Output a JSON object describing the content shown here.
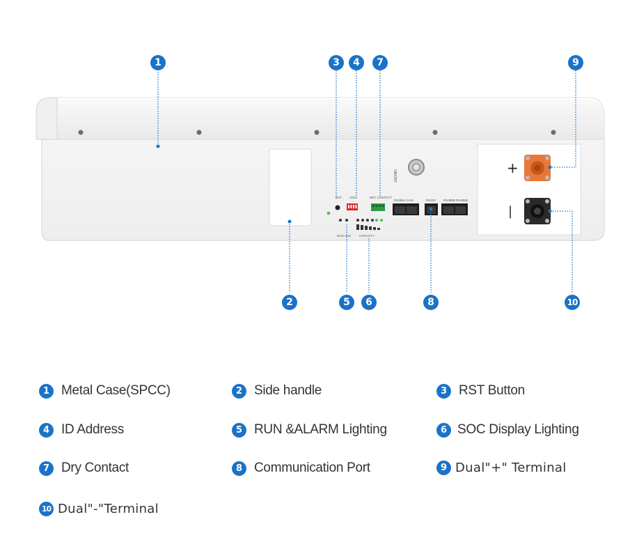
{
  "panel": {
    "on_off_label": "ON/OFF",
    "rst_label": "RST",
    "ads_label": "ADS",
    "dry_contact_label": "DRY CONTACT",
    "rs485a_can_label": "RS485A   CAN",
    "rs232_label": "RS232",
    "rs485b_label": "RS485B  RS485B",
    "run_alm_label": "RUN  ALM",
    "capacity_label": "CAPACITY",
    "plus_symbol": "+",
    "minus_symbol": "|"
  },
  "callouts": [
    "1",
    "2",
    "3",
    "4",
    "5",
    "6",
    "7",
    "8",
    "9",
    "10"
  ],
  "legend": [
    {
      "num": "1",
      "label": "Metal Case(SPCC)"
    },
    {
      "num": "2",
      "label": "Side handle"
    },
    {
      "num": "3",
      "label": "RST Button"
    },
    {
      "num": "4",
      "label": "ID Address"
    },
    {
      "num": "5",
      "label": "RUN &ALARM Lighting"
    },
    {
      "num": "6",
      "label": "SOC Display Lighting"
    },
    {
      "num": "7",
      "label": "Dry Contact"
    },
    {
      "num": "8",
      "label": "Communication Port"
    },
    {
      "num": "9",
      "label": "Dual\"+\" Terminal"
    },
    {
      "num": "10",
      "label": "Dual\"-\"Terminal"
    }
  ],
  "colors": {
    "badge": "#1a73c8",
    "leader": "#1a73c8",
    "case": "#f4f4f4",
    "positive_terminal": "#e8783a",
    "negative_terminal": "#2a2a2a"
  }
}
